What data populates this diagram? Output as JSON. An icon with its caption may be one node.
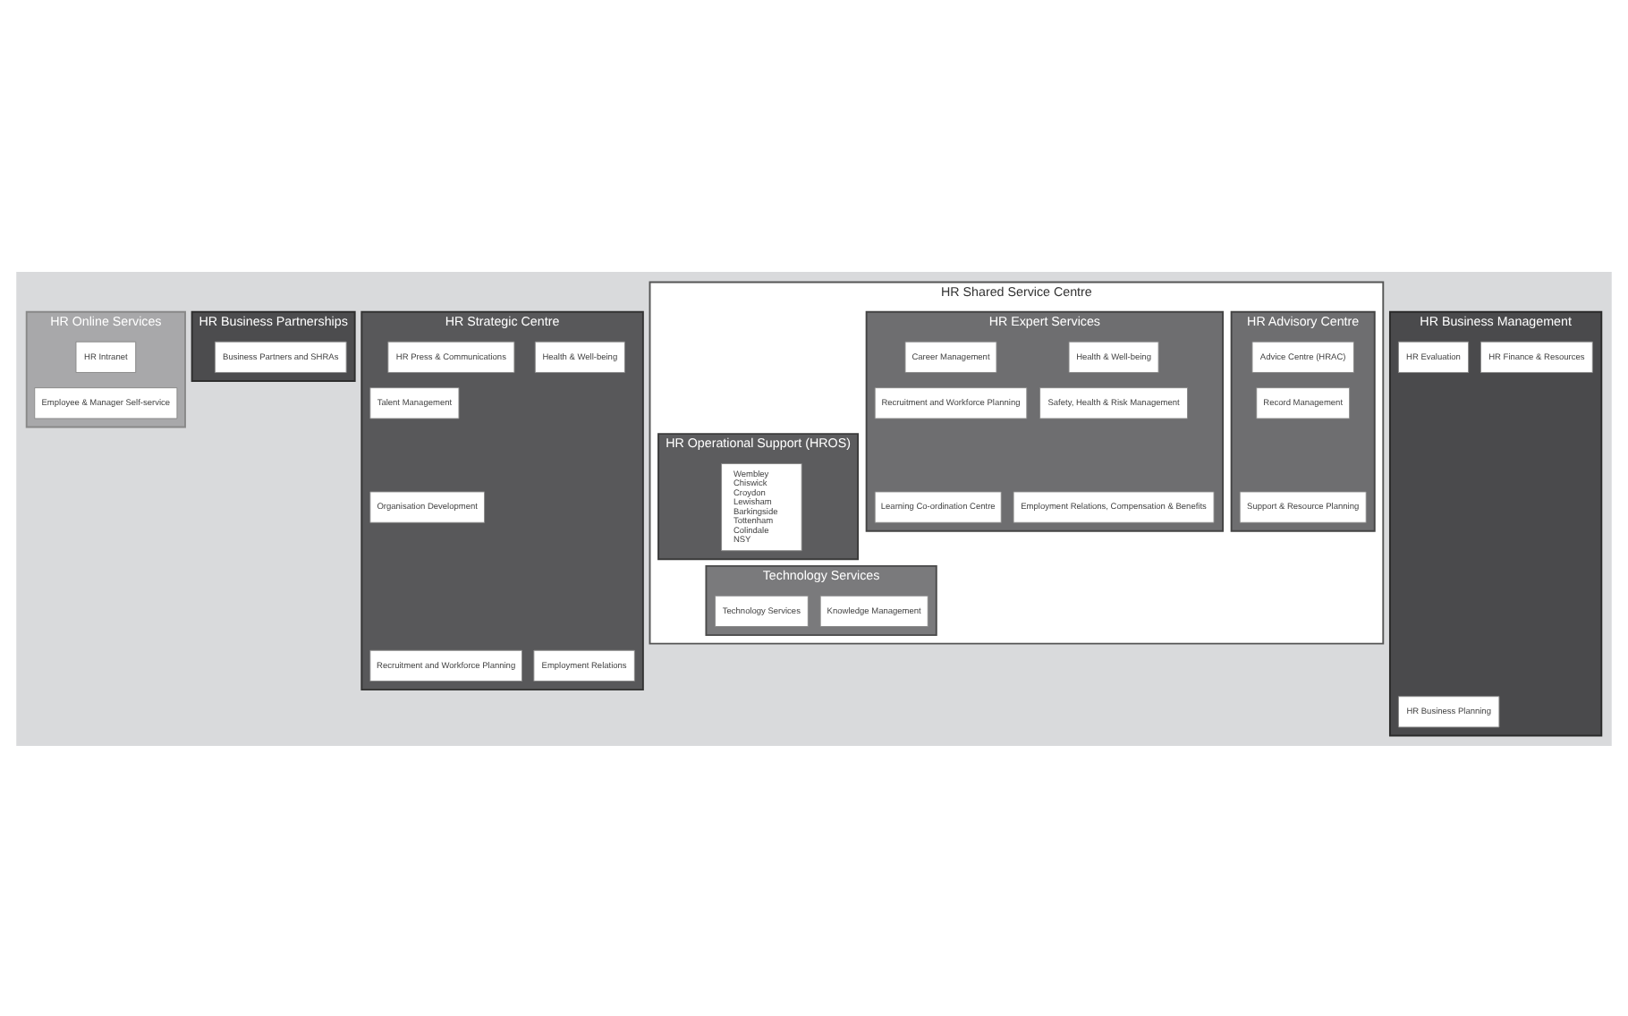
{
  "diagram": {
    "nodes": [
      {
        "text": [
          "HR Shared Service Centre"
        ]
      },
      {
        "text": [
          "HR Advisory Centre"
        ],
        "in": 0
      },
      {
        "text": [
          "Advice Centre (HRAC)"
        ],
        "in": 1
      },
      {
        "text": [
          "Record Management"
        ],
        "in": 1
      },
      {
        "text": [
          "Support & Resource Planning"
        ],
        "in": 1
      },
      {
        "text": [
          "HR Expert Services"
        ],
        "in": 0
      },
      {
        "text": [
          "Health & Well-being"
        ],
        "in": 5
      },
      {
        "text": [
          "Career Management"
        ],
        "in": 5
      },
      {
        "text": [
          "Safety, Health & Risk Management"
        ],
        "in": 5
      },
      {
        "text": [
          "Recruitment and Workforce Planning"
        ],
        "in": 5
      },
      {
        "text": [
          "Employment Relations, Compensation & Benefits"
        ],
        "in": 5
      },
      {
        "text": [
          "Learning Co-ordination Centre"
        ],
        "in": 5
      },
      {
        "text": [
          "HR Operational Support (HROS)"
        ],
        "in": 0
      },
      {
        "text": [
          "Wembley",
          "Chiswick",
          "Croydon",
          "Lewisham",
          "Barkingside",
          "Tottenham",
          "Colindale",
          "NSY"
        ],
        "in": 12
      },
      {
        "text": [
          "Technology Services"
        ],
        "in": 0
      },
      {
        "text": [
          "Knowledge Management"
        ],
        "in": 14
      },
      {
        "text": [
          "Technology Services"
        ],
        "in": 14
      },
      {
        "text": [
          "HR Online Services"
        ]
      },
      {
        "text": [
          "HR Intranet"
        ],
        "in": 17
      },
      {
        "text": [
          "Employee & Manager Self-service"
        ],
        "in": 17
      },
      {
        "text": [
          "HR Business Partnerships"
        ]
      },
      {
        "text": [
          "Business Partners and SHRAs"
        ],
        "in": 20
      },
      {
        "text": [
          "HR Strategic Centre"
        ]
      },
      {
        "text": [
          "Organisation Development"
        ],
        "in": 22
      },
      {
        "text": [
          "Employment Relations"
        ],
        "in": 22
      },
      {
        "text": [
          "Health & Well-being"
        ],
        "in": 22
      },
      {
        "text": [
          "Recruitment and Workforce Planning"
        ],
        "in": 22
      },
      {
        "text": [
          "Talent Management"
        ],
        "in": 22
      },
      {
        "text": [
          "HR Press & Communications"
        ],
        "in": 22
      },
      {
        "text": [
          "HR Business Management"
        ]
      },
      {
        "text": [
          "HR Finance & Resources"
        ],
        "in": 29
      },
      {
        "text": [
          "HR Business Planning"
        ],
        "in": 29
      },
      {
        "text": [
          "HR Evaluation"
        ],
        "in": 29
      }
    ],
    "edges": []
  }
}
